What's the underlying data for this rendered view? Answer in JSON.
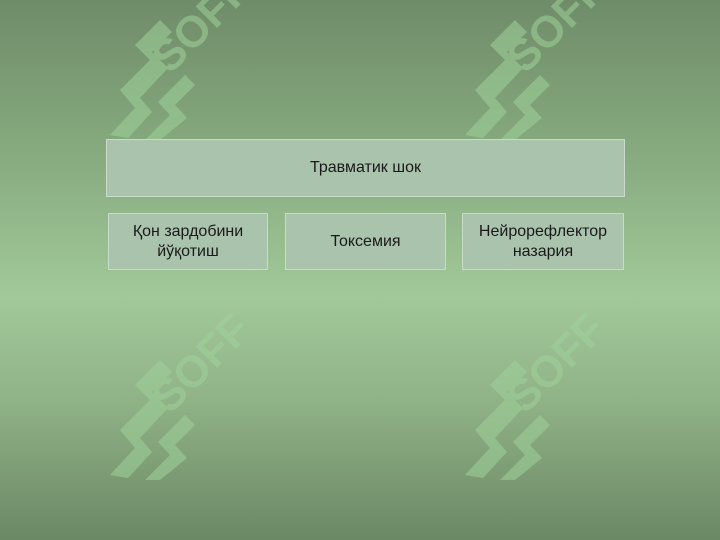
{
  "watermark": {
    "text": "SOFF",
    "icon": "soff-s-logo-icon",
    "color": "#9fd29a"
  },
  "diagram": {
    "root": {
      "label": "Травматик шок"
    },
    "children": [
      {
        "label": "Қон зардобини\nйўқотиш"
      },
      {
        "label": "Токсемия"
      },
      {
        "label": "Нейрорефлектор\nназария"
      }
    ]
  },
  "colors": {
    "box_fill": "#a9c3ad",
    "box_border": "#c9dccc",
    "background_mid": "#a2c99a"
  }
}
